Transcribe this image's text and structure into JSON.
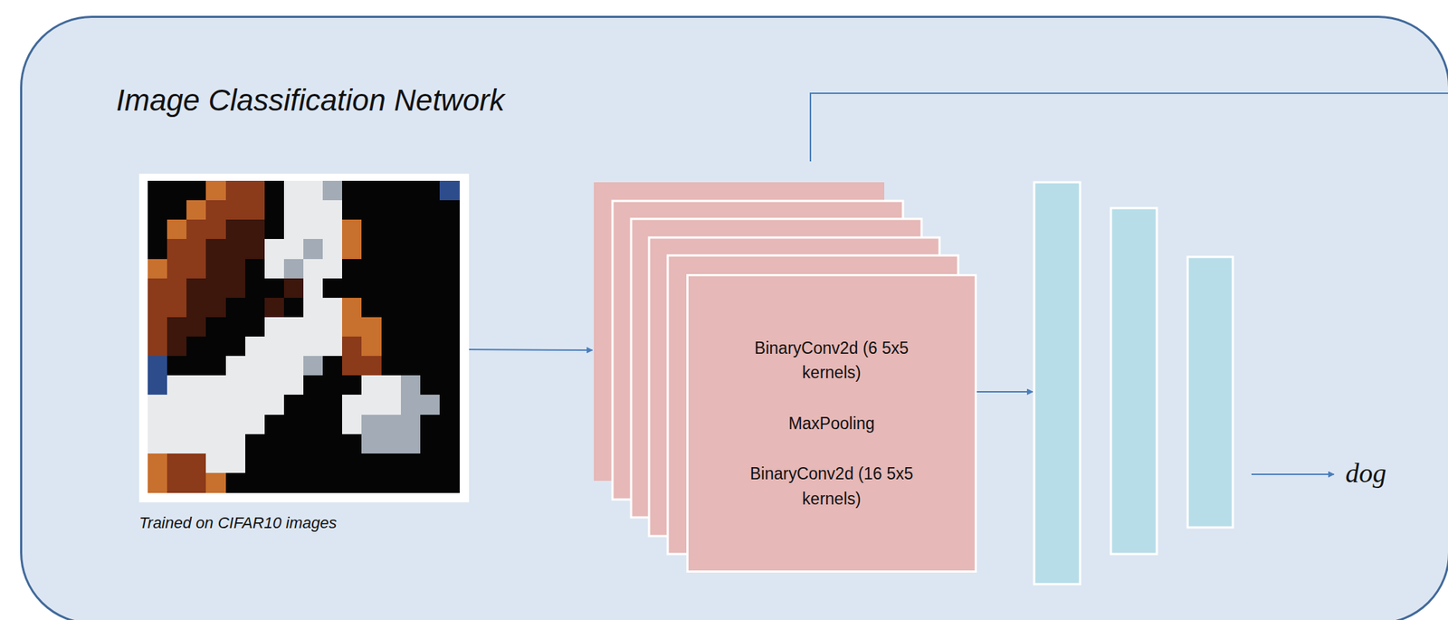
{
  "diagram": {
    "title": "Image Classification Network",
    "nodes": [
      {
        "text": [
          "BinaryConv2d (6 5x5 kernels)",
          "MaxPooling",
          "BinaryConv2d (16 5x5 kernels)"
        ]
      }
    ],
    "labels": [
      "Trained on CIFAR10 images",
      "dog"
    ]
  }
}
